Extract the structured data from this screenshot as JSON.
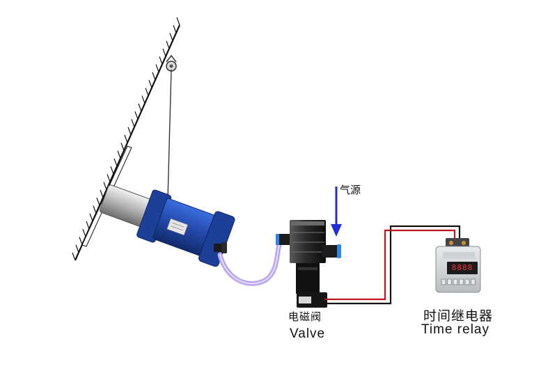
{
  "labels": {
    "air_source": "气源",
    "valve_cn": "电磁阀",
    "valve_en": "Valve",
    "relay_cn": "时间继电器",
    "relay_en": "Time relay"
  },
  "relay_display": "8888",
  "colors": {
    "cylinder_blue": "#2a54b8",
    "hose_lavender": "#b9a6ee",
    "wire_red": "#c0141c",
    "wire_black": "#111111",
    "arrow_blue": "#1f2fd8",
    "fitting_blue": "#2f86e8"
  },
  "icons": {
    "pulley": "pulley-icon",
    "arrow": "down-arrow-icon"
  }
}
